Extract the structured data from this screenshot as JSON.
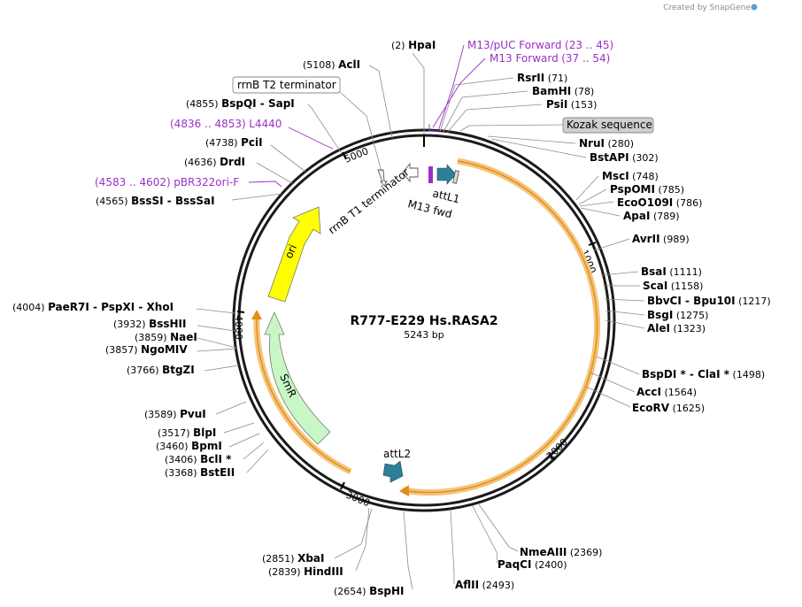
{
  "title": "R777-E229 Hs.RASA2",
  "subtitle": "5243 bp",
  "watermark": "Created by SnapGene",
  "ticks": [
    "1000",
    "2000",
    "3000",
    "4000",
    "5000"
  ],
  "sites": [
    {
      "kind": "enz",
      "name": "HpaI",
      "pos": "(2)"
    },
    {
      "kind": "enz",
      "name": "AclI",
      "pos": "(5108)"
    },
    {
      "kind": "enz",
      "name": "BspQI - SapI",
      "pos": "(4855)"
    },
    {
      "kind": "enz",
      "name": "PciI",
      "pos": "(4738)"
    },
    {
      "kind": "enz",
      "name": "DrdI",
      "pos": "(4636)"
    },
    {
      "kind": "enz",
      "name": "BssSI - BssSaI",
      "pos": "(4565)"
    },
    {
      "kind": "enz",
      "name": "PaeR7I - PspXI - XhoI",
      "pos": "(4004)"
    },
    {
      "kind": "enz",
      "name": "BssHII",
      "pos": "(3932)"
    },
    {
      "kind": "enz",
      "name": "NaeI",
      "pos": "(3859)"
    },
    {
      "kind": "enz",
      "name": "NgoMIV",
      "pos": "(3857)"
    },
    {
      "kind": "enz",
      "name": "BtgZI",
      "pos": "(3766)"
    },
    {
      "kind": "enz",
      "name": "PvuI",
      "pos": "(3589)"
    },
    {
      "kind": "enz",
      "name": "BlpI",
      "pos": "(3517)"
    },
    {
      "kind": "enz",
      "name": "BpmI",
      "pos": "(3460)"
    },
    {
      "kind": "enz",
      "name": "BclI *",
      "pos": "(3406)"
    },
    {
      "kind": "enz",
      "name": "BstEII",
      "pos": "(3368)"
    },
    {
      "kind": "enz",
      "name": "XbaI",
      "pos": "(2851)"
    },
    {
      "kind": "enz",
      "name": "HindIII",
      "pos": "(2839)"
    },
    {
      "kind": "enz",
      "name": "BspHI",
      "pos": "(2654)"
    },
    {
      "kind": "enz",
      "name": "AflII",
      "pos": "(2493)"
    },
    {
      "kind": "enz",
      "name": "PaqCI",
      "pos": "(2400)"
    },
    {
      "kind": "enz",
      "name": "NmeAIII",
      "pos": "(2369)"
    },
    {
      "kind": "enz",
      "name": "EcoRV",
      "pos": "(1625)"
    },
    {
      "kind": "enz",
      "name": "AccI",
      "pos": "(1564)"
    },
    {
      "kind": "enz",
      "name": "BspDI * - ClaI *",
      "pos": "(1498)"
    },
    {
      "kind": "enz",
      "name": "AleI",
      "pos": "(1323)"
    },
    {
      "kind": "enz",
      "name": "BsgI",
      "pos": "(1275)"
    },
    {
      "kind": "enz",
      "name": "BbvCI - Bpu10I",
      "pos": "(1217)"
    },
    {
      "kind": "enz",
      "name": "ScaI",
      "pos": "(1158)"
    },
    {
      "kind": "enz",
      "name": "BsaI",
      "pos": "(1111)"
    },
    {
      "kind": "enz",
      "name": "AvrII",
      "pos": "(989)"
    },
    {
      "kind": "enz",
      "name": "ApaI",
      "pos": "(789)"
    },
    {
      "kind": "enz",
      "name": "EcoO109I",
      "pos": "(786)"
    },
    {
      "kind": "enz",
      "name": "PspOMI",
      "pos": "(785)"
    },
    {
      "kind": "enz",
      "name": "MscI",
      "pos": "(748)"
    },
    {
      "kind": "enz",
      "name": "BstAPI",
      "pos": "(302)"
    },
    {
      "kind": "enz",
      "name": "NruI",
      "pos": "(280)"
    },
    {
      "kind": "enz",
      "name": "PsiI",
      "pos": "(153)"
    },
    {
      "kind": "enz",
      "name": "BamHI",
      "pos": "(78)"
    },
    {
      "kind": "enz",
      "name": "RsrII",
      "pos": "(71)"
    },
    {
      "kind": "feat",
      "name": "M13/pUC Forward",
      "pos": "(23 .. 45)"
    },
    {
      "kind": "feat",
      "name": "M13 Forward",
      "pos": "(37 .. 54)"
    },
    {
      "kind": "feat",
      "name": "L4440",
      "pos": "(4836 .. 4853)"
    },
    {
      "kind": "feat",
      "name": "pBR322ori-F",
      "pos": "(4583 .. 4602)"
    }
  ],
  "boxed": [
    {
      "name": "rrnB T2 terminator"
    },
    {
      "name": "Kozak sequence"
    }
  ],
  "features": [
    {
      "name": "rrnB T1 terminator"
    },
    {
      "name": "attL1"
    },
    {
      "name": "M13 fwd"
    },
    {
      "name": "ori"
    },
    {
      "name": "SmR"
    },
    {
      "name": "attL2"
    }
  ],
  "colors": {
    "orf": "#f2a93b",
    "ori": "#ffff00",
    "smr": "#c8f7c5",
    "att": "#2f7f98",
    "primer": "#9b30c7",
    "ring": "#1a1a1a"
  }
}
